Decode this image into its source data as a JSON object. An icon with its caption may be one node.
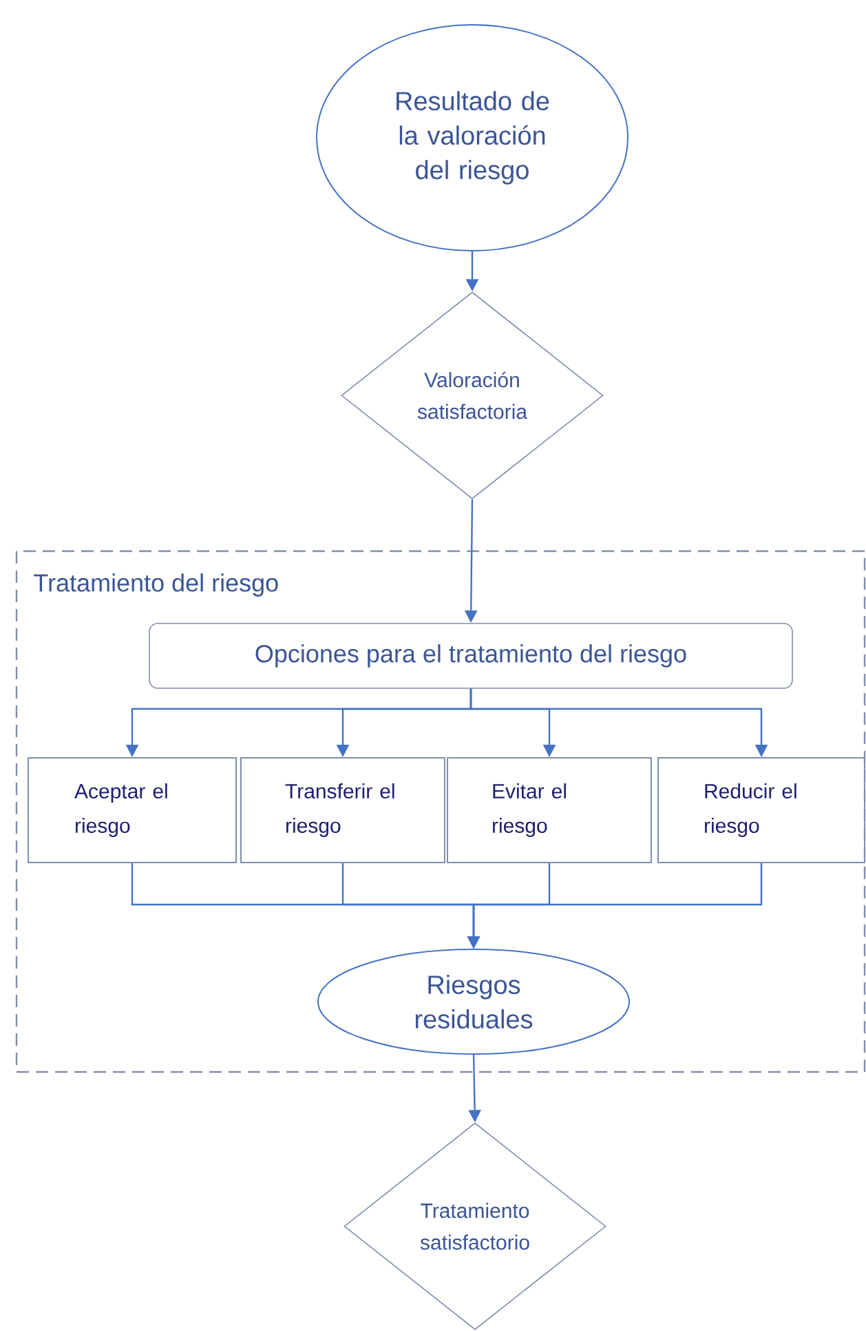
{
  "diagram": {
    "nodes": [
      {
        "text": [
          "Resultado de la valoración del riesgo"
        ]
      },
      {
        "text": [
          "Valoración satisfactoria"
        ]
      },
      {
        "text": [
          "Tratamiento del riesgo"
        ]
      },
      {
        "text": [
          "Opciones para el tratamiento del riesgo"
        ],
        "in": 2
      },
      {
        "text": [
          "Aceptar el riesgo"
        ],
        "in": 2
      },
      {
        "text": [
          "Transferir el riesgo"
        ],
        "in": 2
      },
      {
        "text": [
          "Evitar el riesgo"
        ],
        "in": 2
      },
      {
        "text": [
          "Reducir el riesgo"
        ],
        "in": 2
      },
      {
        "text": [
          "Riesgos residuales"
        ],
        "in": 2
      },
      {
        "text": [
          "Tratamiento satisfactorio"
        ]
      }
    ],
    "edges": [
      {
        "from": 0,
        "to": 1,
        "arrow": "to"
      },
      {
        "from": 1,
        "to": 3,
        "arrow": "to"
      },
      {
        "from": 3,
        "to": 4,
        "arrow": "to"
      },
      {
        "from": 3,
        "to": 5,
        "arrow": "to"
      },
      {
        "from": 3,
        "to": 6,
        "arrow": "to"
      },
      {
        "from": 3,
        "to": 7,
        "arrow": "to"
      },
      {
        "from": 4,
        "to": 8,
        "arrow": "to"
      },
      {
        "from": 5,
        "to": 8,
        "arrow": "to"
      },
      {
        "from": 6,
        "to": 8,
        "arrow": "to"
      },
      {
        "from": 7,
        "to": 8,
        "arrow": "to"
      },
      {
        "from": 8,
        "to": 9,
        "arrow": "to"
      }
    ]
  }
}
